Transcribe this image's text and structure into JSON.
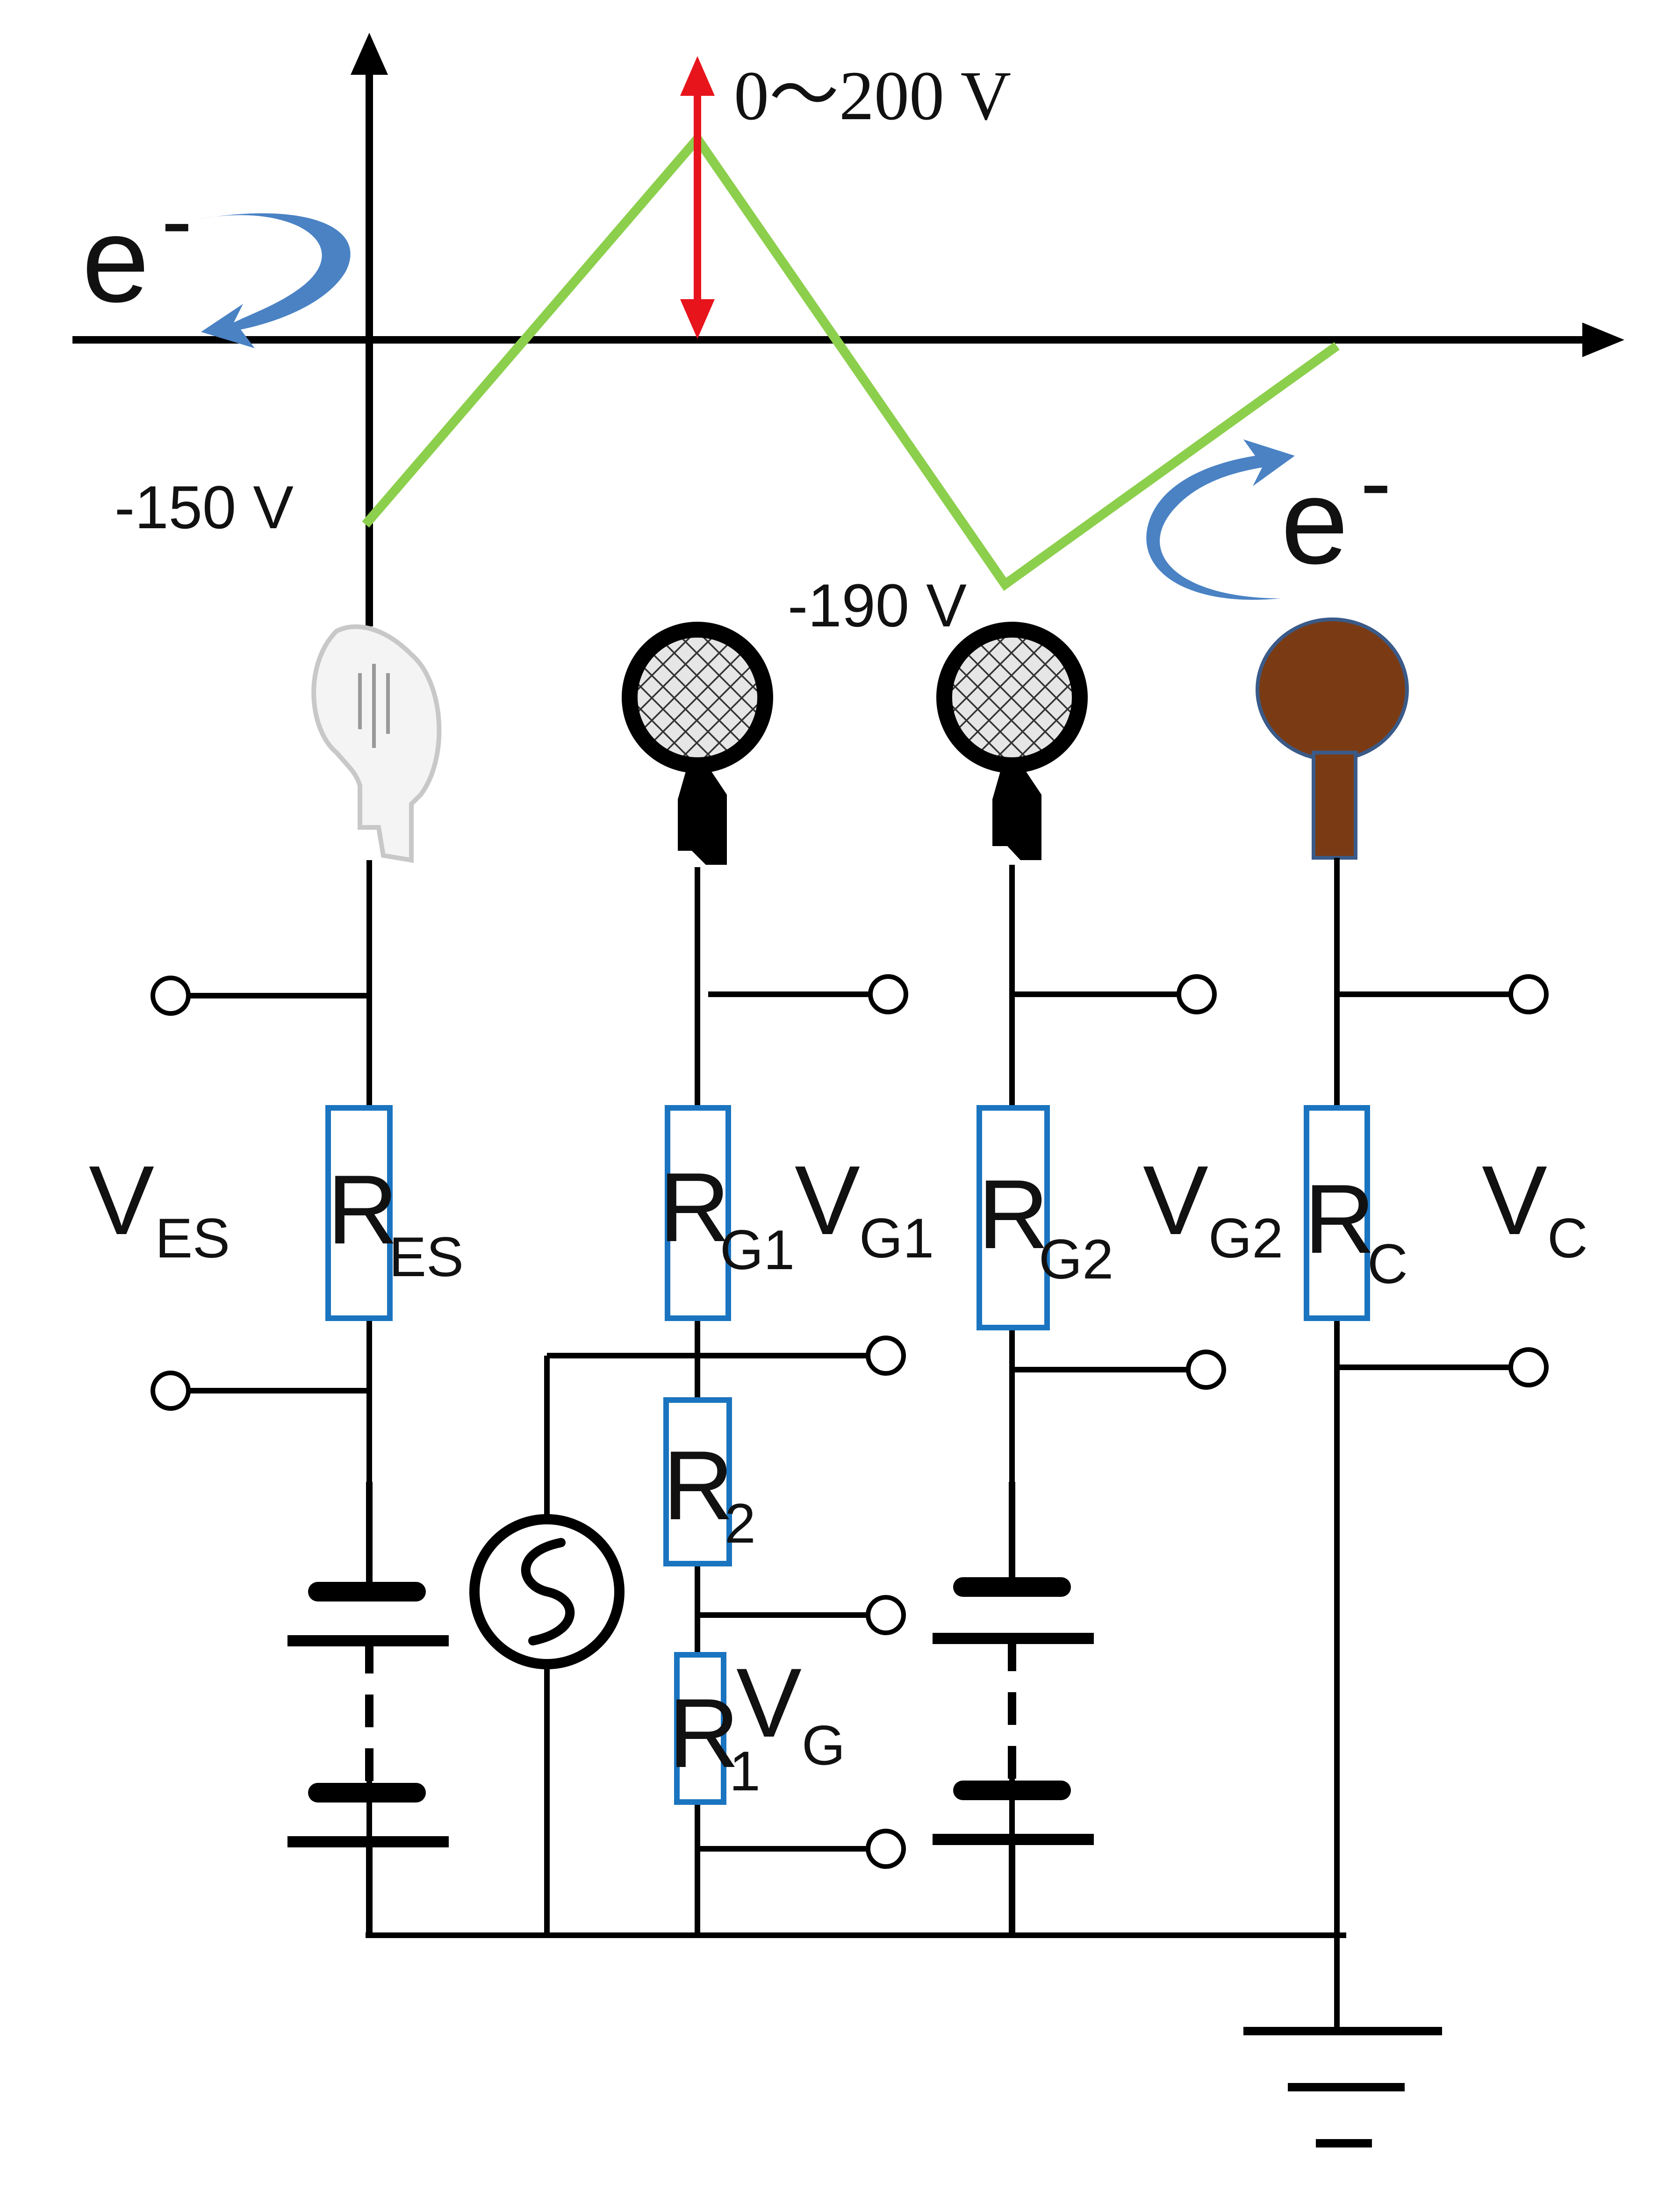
{
  "colors": {
    "wire": "#000000",
    "potential_line": "#8ccf4c",
    "modulation_arrow": "#e8141c",
    "electron_arrow": "#4a82c4",
    "resistor_outline": "#1a74c0",
    "collector_fill": "#7a3b14",
    "grid_mesh": "#333333",
    "repeller": "#f4f4f4"
  },
  "potential": {
    "modulation_label": "0～200  V",
    "repeller_potential": "-150 V",
    "min_potential": "-190 V"
  },
  "electrons": [
    {
      "symbol": "e",
      "charge": "-",
      "arrow_icon": "curved-arrow-left-icon"
    },
    {
      "symbol": "e",
      "charge": "-",
      "arrow_icon": "curved-arrow-right-icon"
    }
  ],
  "electrodes": [
    {
      "id": "es",
      "icon": "repeller-electrode-icon"
    },
    {
      "id": "g1",
      "icon": "grid-electrode-icon"
    },
    {
      "id": "g2",
      "icon": "grid-electrode-icon"
    },
    {
      "id": "c",
      "icon": "collector-electrode-icon"
    }
  ],
  "voltages": {
    "v_es": {
      "main": "V",
      "sub": "ES"
    },
    "v_g1": {
      "main": "V",
      "sub": "G1"
    },
    "v_g2": {
      "main": "V",
      "sub": "G2"
    },
    "v_c": {
      "main": "V",
      "sub": "C"
    },
    "v_g": {
      "main": "V",
      "sub": "G"
    }
  },
  "resistors": {
    "r_es": {
      "main": "R",
      "sub": "ES"
    },
    "r_g1": {
      "main": "R",
      "sub": "G1"
    },
    "r_g2": {
      "main": "R",
      "sub": "G2"
    },
    "r_c": {
      "main": "R",
      "sub": "C"
    },
    "r_2": {
      "main": "R",
      "sub": "2"
    },
    "r_1": {
      "main": "R",
      "sub": "1"
    }
  },
  "components": {
    "ac_source_icon": "ac-source-icon",
    "battery_icon": "battery-icon",
    "ground_icon": "ground-icon"
  }
}
